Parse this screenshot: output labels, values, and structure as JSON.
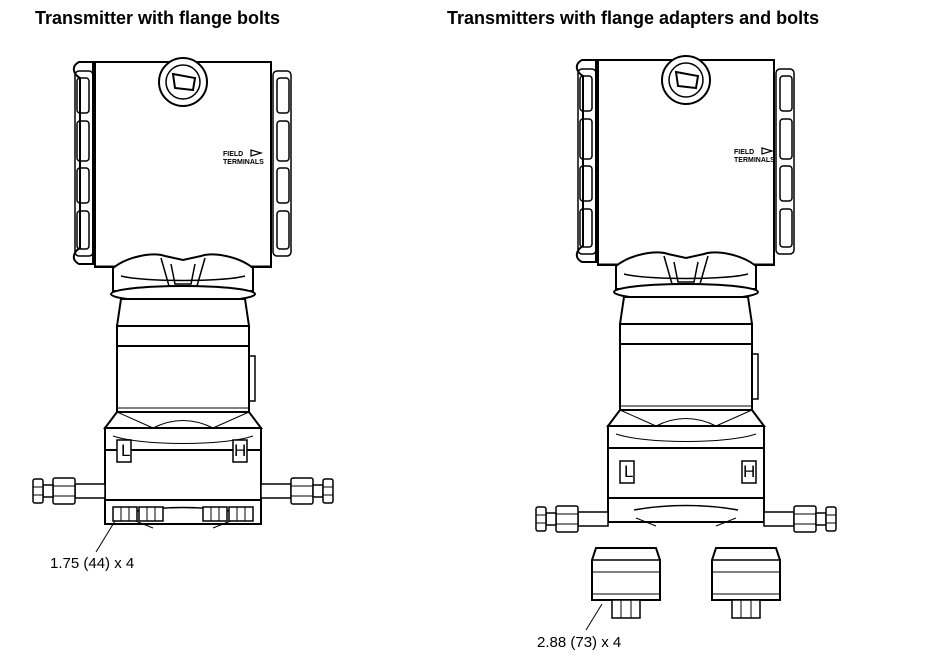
{
  "titles": {
    "left": "Transmitter with flange bolts",
    "right": "Transmitters with flange adapters and bolts"
  },
  "housing_label": {
    "line1": "FIELD",
    "line2": "TERMINALS"
  },
  "port_labels": {
    "low": "L",
    "high": "H"
  },
  "dimensions": {
    "left": "1.75 (44) x 4",
    "right": "2.88 (73) x 4"
  },
  "colors": {
    "line": "#000000",
    "background": "#ffffff"
  }
}
